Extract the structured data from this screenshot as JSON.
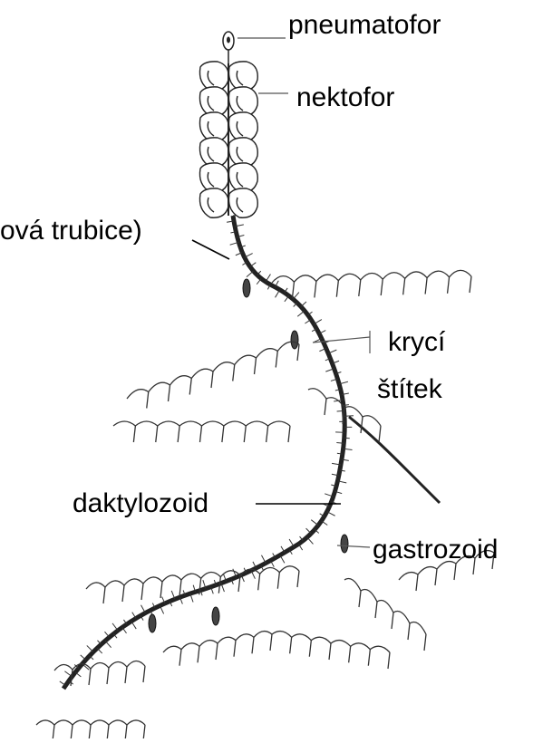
{
  "labels": {
    "pneumatofor": "pneumatofor",
    "nektofor": "nektofor",
    "stem": "ová trubice)",
    "kryci_line1": "krycí",
    "kryci_line2": "štítek",
    "daktylozoid": "daktylozoid",
    "gastrozoid": "gastrozoid"
  }
}
